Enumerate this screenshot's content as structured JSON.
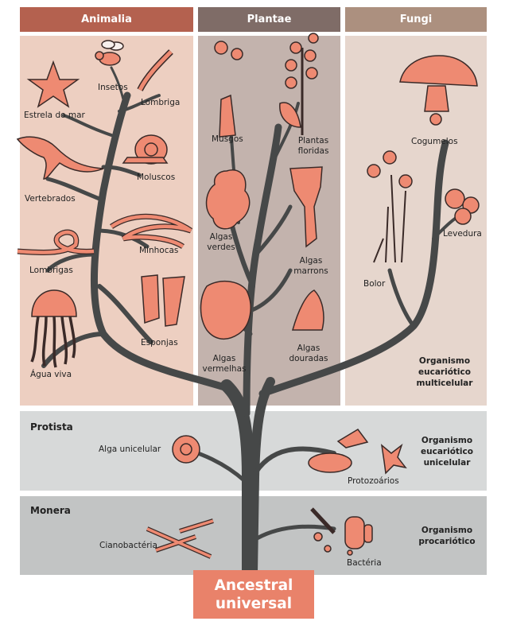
{
  "columns": {
    "animalia": {
      "title": "Animalia",
      "color": "#b4614f"
    },
    "plantae": {
      "title": "Plantae",
      "color": "#7f6c67"
    },
    "fungi": {
      "title": "Fungi",
      "color": "#ac907f"
    }
  },
  "animalia_labels": {
    "estrela": "Estrela do mar",
    "insetos": "Insetos",
    "lombriga": "Lombriga",
    "vertebrados": "Vertebrados",
    "moluscos": "Moluscos",
    "minhocas": "Minhocas",
    "lombrigas": "Lombrigas",
    "esponjas": "Esponjas",
    "agua_viva": "Água viva"
  },
  "plantae_labels": {
    "musgos": "Musgos",
    "plantas_floridas": "Plantas floridas",
    "algas_verdes": "Algas verdes",
    "algas_marrons": "Algas marrons",
    "algas_vermelhas": "Algas vermelhas",
    "algas_douradas": "Algas douradas"
  },
  "fungi_labels": {
    "cogumelos": "Cogumelos",
    "levedura": "Levedura",
    "bolor": "Bolor",
    "classification": "Organismo eucariótico multicelular"
  },
  "protista": {
    "title": "Protista",
    "alga": "Alga unicelular",
    "protozoarios": "Protozoários",
    "classification": "Organismo eucariótico unicelular"
  },
  "monera": {
    "title": "Monera",
    "cianobacteria": "Cianobactéria",
    "bacteria": "Bactéria",
    "classification": "Organismo procariótico"
  },
  "root": {
    "label": "Ancestral universal"
  },
  "colors": {
    "animalia_bg": "#edcfc1",
    "plantae_bg": "#c3b3ad",
    "fungi_bg": "#e6d6cd",
    "band_bg": "#d7d9d9",
    "monera_bg": "#c2c4c4",
    "tree": "#464848",
    "organism": "#ee8a72",
    "root_box": "#e9826a"
  }
}
